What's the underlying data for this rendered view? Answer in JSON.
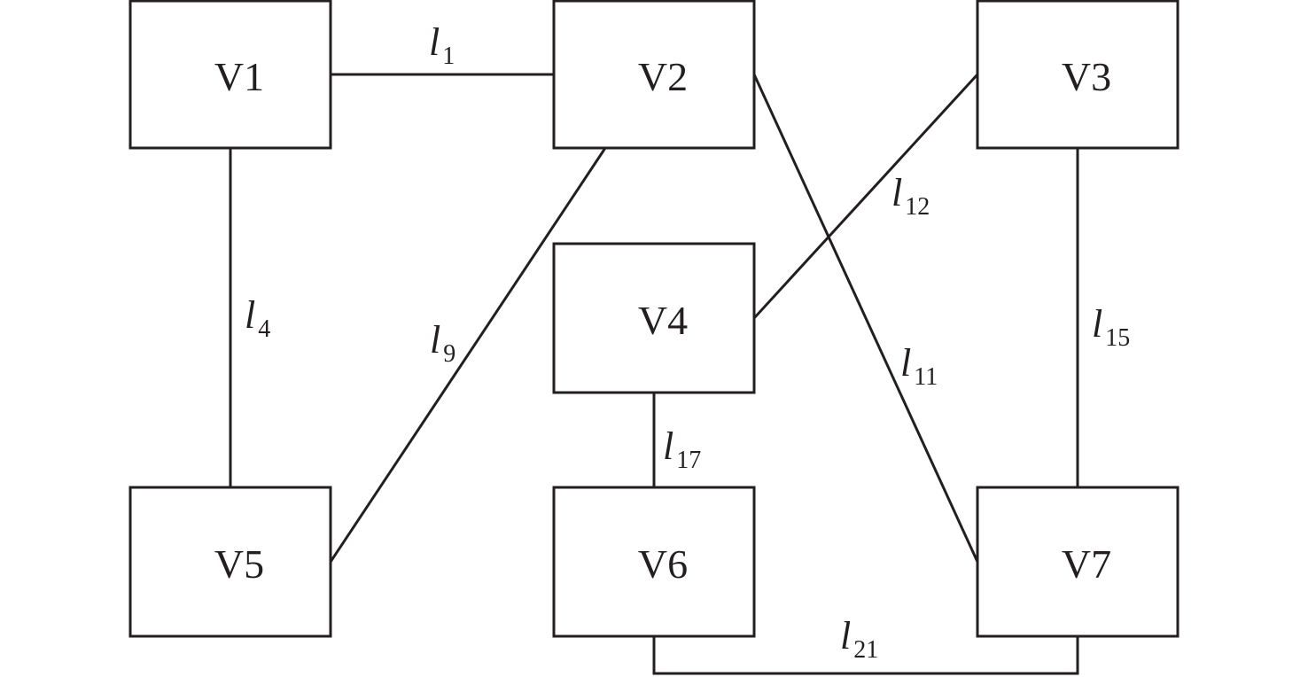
{
  "diagram": {
    "nodes": [
      {
        "id": "V1",
        "label": "V1"
      },
      {
        "id": "V2",
        "label": "V2"
      },
      {
        "id": "V3",
        "label": "V3"
      },
      {
        "id": "V4",
        "label": "V4"
      },
      {
        "id": "V5",
        "label": "V5"
      },
      {
        "id": "V6",
        "label": "V6"
      },
      {
        "id": "V7",
        "label": "V7"
      }
    ],
    "edges": [
      {
        "id": "l1",
        "symbol": "l",
        "subscript": "1",
        "from": "V1",
        "to": "V2"
      },
      {
        "id": "l4",
        "symbol": "l",
        "subscript": "4",
        "from": "V1",
        "to": "V5"
      },
      {
        "id": "l9",
        "symbol": "l",
        "subscript": "9",
        "from": "V2",
        "to": "V5"
      },
      {
        "id": "l11",
        "symbol": "l",
        "subscript": "11",
        "from": "V2",
        "to": "V7"
      },
      {
        "id": "l12",
        "symbol": "l",
        "subscript": "12",
        "from": "V3",
        "to": "V4"
      },
      {
        "id": "l15",
        "symbol": "l",
        "subscript": "15",
        "from": "V3",
        "to": "V7"
      },
      {
        "id": "l17",
        "symbol": "l",
        "subscript": "17",
        "from": "V4",
        "to": "V6"
      },
      {
        "id": "l21",
        "symbol": "l",
        "subscript": "21",
        "from": "V6",
        "to": "V7"
      }
    ],
    "colors": {
      "stroke": "#231f20",
      "background": "#ffffff"
    }
  }
}
